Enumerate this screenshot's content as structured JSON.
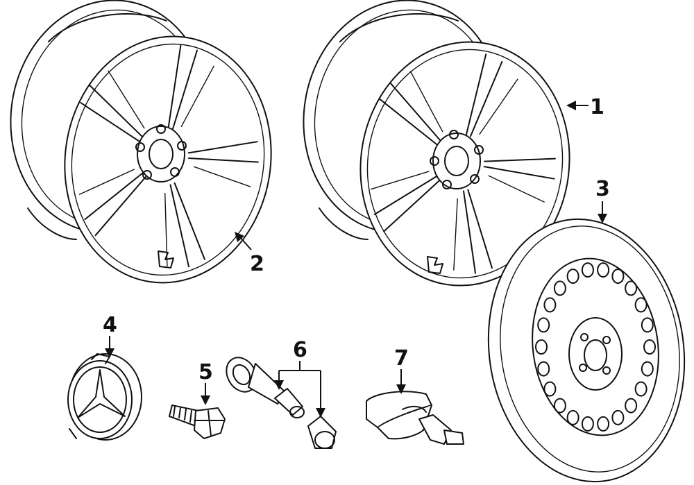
{
  "callouts": [
    {
      "id": "1",
      "label": "1"
    },
    {
      "id": "2",
      "label": "2"
    },
    {
      "id": "3",
      "label": "3"
    },
    {
      "id": "4",
      "label": "4"
    },
    {
      "id": "5",
      "label": "5"
    },
    {
      "id": "6",
      "label": "6"
    },
    {
      "id": "7",
      "label": "7"
    }
  ],
  "parts": [
    {
      "callout": "1",
      "icon": "alloy-wheel-icon"
    },
    {
      "callout": "2",
      "icon": "alloy-wheel-icon"
    },
    {
      "callout": "3",
      "icon": "spare-wheel-icon"
    },
    {
      "callout": "4",
      "icon": "center-cap-icon"
    },
    {
      "callout": "5",
      "icon": "wheel-bolt-icon"
    },
    {
      "callout": "6",
      "icon": "valve-stem-icon"
    },
    {
      "callout": "7",
      "icon": "tpms-sensor-icon"
    }
  ],
  "colors": {
    "line": "#111111",
    "background": "#ffffff"
  }
}
